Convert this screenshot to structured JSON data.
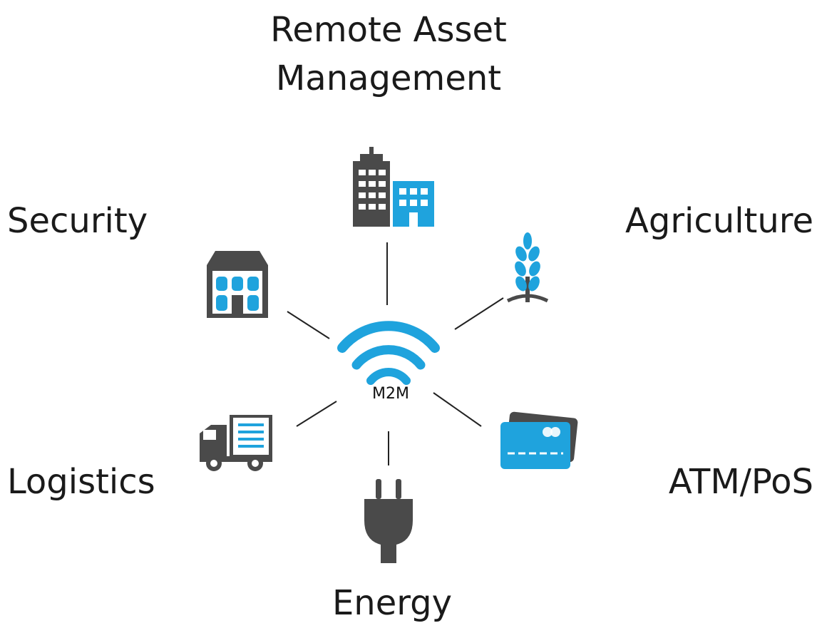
{
  "diagram": {
    "hub": {
      "label": "M2M",
      "icon": "wifi-icon"
    },
    "nodes": {
      "remote_asset_management": {
        "label_line1": "Remote Asset",
        "label_line2": "Management",
        "icon": "office-buildings-icon"
      },
      "security": {
        "label": "Security",
        "icon": "house-building-icon"
      },
      "agriculture": {
        "label": "Agriculture",
        "icon": "wheat-icon"
      },
      "logistics": {
        "label": "Logistics",
        "icon": "delivery-truck-icon"
      },
      "atm_pos": {
        "label": "ATM/PoS",
        "icon": "credit-card-icon"
      },
      "energy": {
        "label": "Energy",
        "icon": "power-plug-icon"
      }
    },
    "colors": {
      "accent": "#1fa3dd",
      "dark": "#4a4a4a",
      "text": "#1a1a1a"
    }
  }
}
